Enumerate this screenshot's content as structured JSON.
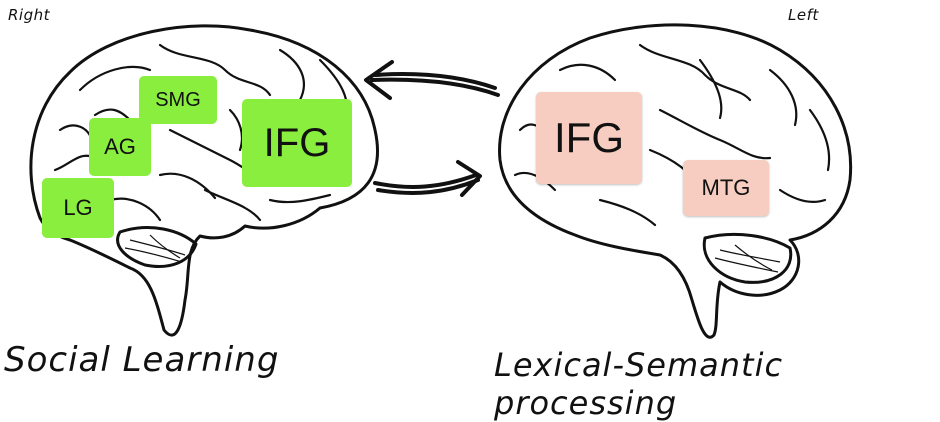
{
  "right_hemisphere": {
    "label": "Right",
    "caption": "Social Learning",
    "regions": {
      "smg": "SMG",
      "ag": "AG",
      "lg": "LG",
      "ifg": "IFG"
    }
  },
  "left_hemisphere": {
    "label": "Left",
    "caption": "Lexical-Semantic processing",
    "regions": {
      "ifg": "IFG",
      "mtg": "MTG"
    }
  },
  "colors": {
    "right_regions": "#8aee3f",
    "left_regions": "#f6cdc0",
    "ink": "#111111"
  }
}
